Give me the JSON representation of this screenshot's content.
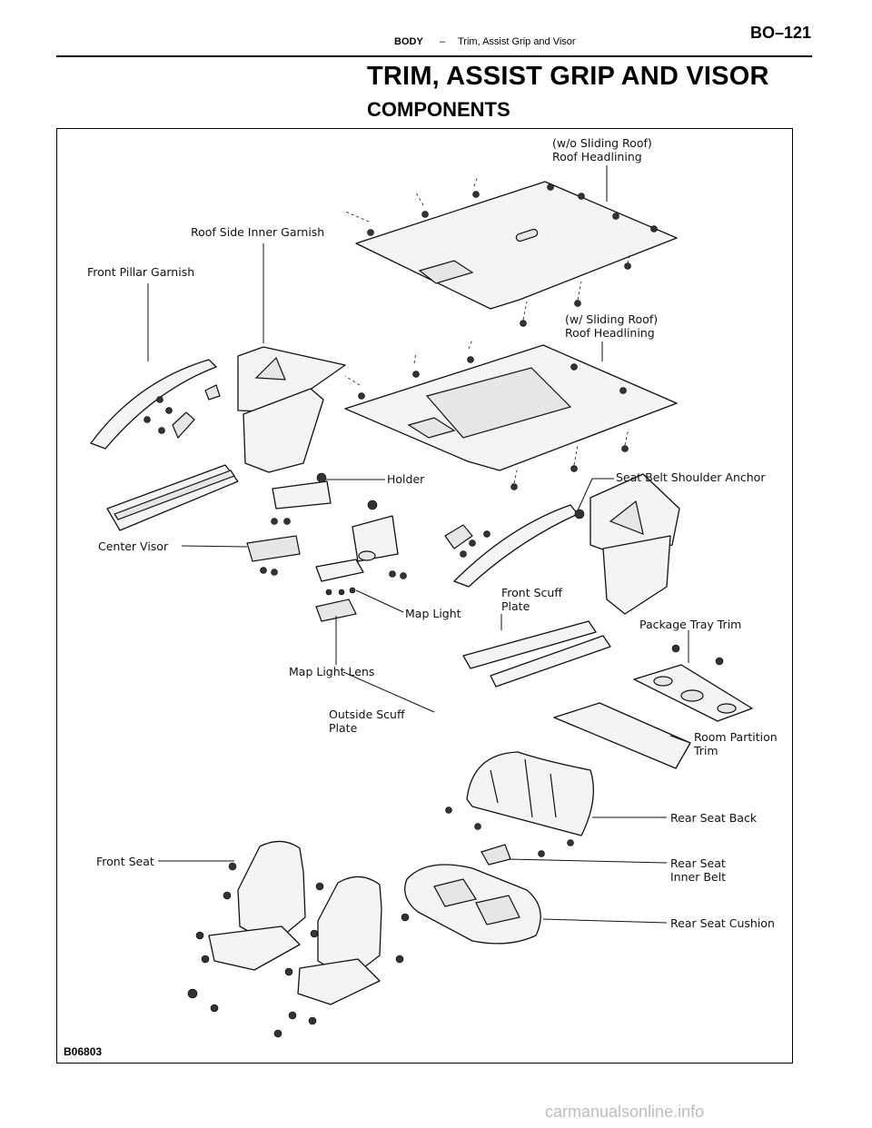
{
  "header": {
    "section": "BODY",
    "separator": "–",
    "topic": "Trim, Assist Grip and Visor",
    "page": "BO–121"
  },
  "title": "TRIM, ASSIST GRIP AND VISOR",
  "subtitle": "COMPONENTS",
  "figure_code": "B06803",
  "watermark": "carmanualsonline.info",
  "labels": {
    "wo_sliding_roof_1": "(w/o Sliding Roof)",
    "wo_sliding_roof_2": "Roof Headlining",
    "roof_side_inner_garnish": "Roof Side Inner Garnish",
    "front_pillar_garnish": "Front Pillar Garnish",
    "w_sliding_roof_1": "(w/ Sliding Roof)",
    "w_sliding_roof_2": "Roof Headlining",
    "holder": "Holder",
    "seat_belt_shoulder_anchor": "Seat Belt Shoulder Anchor",
    "center_visor": "Center Visor",
    "front_scuff_plate_1": "Front Scuff",
    "front_scuff_plate_2": "Plate",
    "map_light": "Map Light",
    "package_tray_trim": "Package Tray Trim",
    "map_light_lens": "Map Light Lens",
    "outside_scuff_plate_1": "Outside Scuff",
    "outside_scuff_plate_2": "Plate",
    "room_partition_trim_1": "Room Partition",
    "room_partition_trim_2": "Trim",
    "rear_seat_back": "Rear Seat Back",
    "front_seat": "Front Seat",
    "rear_seat_inner_belt_1": "Rear Seat",
    "rear_seat_inner_belt_2": "Inner Belt",
    "rear_seat_cushion": "Rear Seat Cushion"
  }
}
